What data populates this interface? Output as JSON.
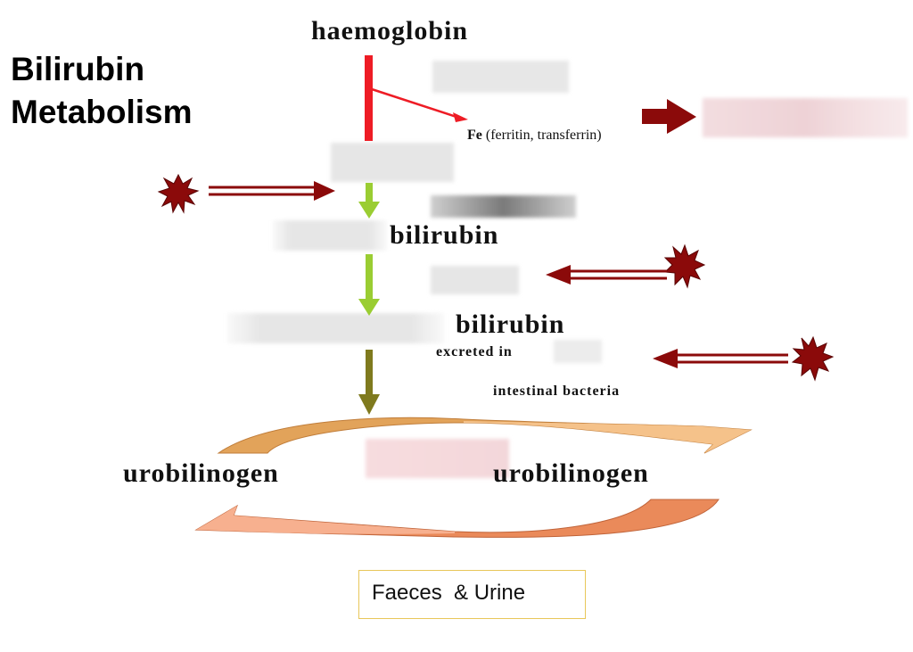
{
  "title": {
    "line1": "Bilirubin",
    "line2": "Metabolism"
  },
  "nodes": {
    "haemoglobin": "haemoglobin",
    "bilirubin_first": "bilirubin",
    "bilirubin_second": "bilirubin",
    "urobilinogen_left": "urobilinogen",
    "urobilinogen_right": "urobilinogen"
  },
  "annotations": {
    "fe_prefix": "Fe",
    "fe_detail": "(ferritin, transferrin)",
    "excreted": "excreted in",
    "intestinal_bacteria": "intestinal bacteria"
  },
  "output_box": {
    "text": "Faeces  & Urine"
  },
  "colors": {
    "hb_line": "#ee1c25",
    "green_arrow": "#9acd32",
    "olive_arrow": "#7f7a1e",
    "dark_red": "#8b0a0a",
    "orange_arc_top": "#e2a35a",
    "orange_arc_bottom": "#ea8a5a",
    "box_border": "#e8c75a"
  },
  "icons": [
    "burst-icon",
    "double-arrow-icon",
    "block-arrow-icon"
  ]
}
